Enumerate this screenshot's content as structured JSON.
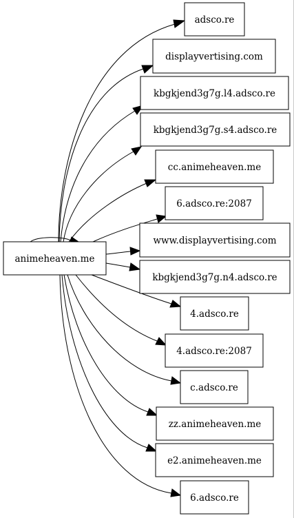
{
  "graph": {
    "source": {
      "id": "animeheaven",
      "label": "animeheaven.me"
    },
    "targets": [
      {
        "id": "t1",
        "label": "adsco.re"
      },
      {
        "id": "t2",
        "label": "displayvertising.com"
      },
      {
        "id": "t3",
        "label": "kbgkjend3g7g.l4.adsco.re"
      },
      {
        "id": "t4",
        "label": "kbgkjend3g7g.s4.adsco.re"
      },
      {
        "id": "t5",
        "label": "cc.animeheaven.me"
      },
      {
        "id": "t6",
        "label": "6.adsco.re:2087"
      },
      {
        "id": "t7",
        "label": "www.displayvertising.com"
      },
      {
        "id": "t8",
        "label": "kbgkjend3g7g.n4.adsco.re"
      },
      {
        "id": "t9",
        "label": "4.adsco.re"
      },
      {
        "id": "t10",
        "label": "4.adsco.re:2087"
      },
      {
        "id": "t11",
        "label": "c.adsco.re"
      },
      {
        "id": "t12",
        "label": "zz.animeheaven.me"
      },
      {
        "id": "t13",
        "label": "e2.animeheaven.me"
      },
      {
        "id": "t14",
        "label": "6.adsco.re"
      }
    ],
    "self_loop": true,
    "colors": {
      "stroke": "#000000",
      "fill": "#ffffff",
      "text": "#000000"
    }
  }
}
